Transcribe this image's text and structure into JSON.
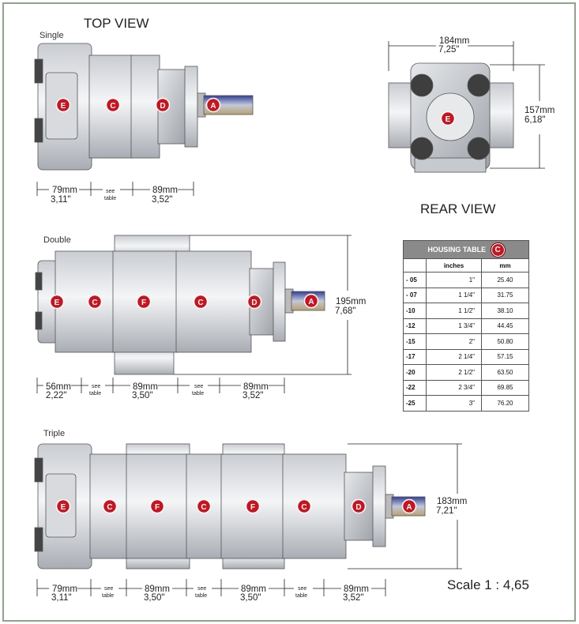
{
  "views": {
    "top_view": "TOP VIEW",
    "single": "Single",
    "rear_view": "REAR VIEW",
    "double": "Double",
    "triple": "Triple"
  },
  "dimensions": {
    "rear_width_mm": "184mm",
    "rear_width_in": "7,25\"",
    "rear_height_mm": "157mm",
    "rear_height_in": "6,18\"",
    "single_left_mm": "79mm",
    "single_left_in": "3,11\"",
    "see": "see",
    "table": "table",
    "single_right_mm": "89mm",
    "single_right_in": "3,52\"",
    "double_height_mm": "195mm",
    "double_height_in": "7,68\"",
    "double_left_mm": "56mm",
    "double_left_in": "2,22\"",
    "mid_mm": "89mm",
    "mid_in": "3,50\"",
    "end_mm": "89mm",
    "end_in": "3,52\"",
    "triple_height_mm": "183mm",
    "triple_height_in": "7,21\"",
    "triple_left_mm": "79mm",
    "triple_left_in": "3,11\""
  },
  "part_labels": {
    "a": "A",
    "c": "C",
    "d": "D",
    "e": "E",
    "f": "F"
  },
  "housing_table": {
    "title": "HOUSING TABLE",
    "badge": "C",
    "col_inches": "inches",
    "col_mm": "mm",
    "rows": [
      {
        "code": "- 05",
        "inches": "1\"",
        "mm": "25.40"
      },
      {
        "code": "- 07",
        "inches": "1 1/4\"",
        "mm": "31.75"
      },
      {
        "code": "-10",
        "inches": "1 1/2\"",
        "mm": "38.10"
      },
      {
        "code": "-12",
        "inches": "1 3/4\"",
        "mm": "44.45"
      },
      {
        "code": "-15",
        "inches": "2\"",
        "mm": "50.80"
      },
      {
        "code": "-17",
        "inches": "2 1/4\"",
        "mm": "57.15"
      },
      {
        "code": "-20",
        "inches": "2 1/2\"",
        "mm": "63.50"
      },
      {
        "code": "-22",
        "inches": "2 3/4\"",
        "mm": "69.85"
      },
      {
        "code": "-25",
        "inches": "3\"",
        "mm": "76.20"
      }
    ]
  },
  "scale": "Scale 1 : 4,65",
  "colors": {
    "frame": "#8fa58a",
    "badge_red": "#c8141e",
    "table_header": "#8a8a8a",
    "shaft_blue": "#3b4fa8"
  }
}
